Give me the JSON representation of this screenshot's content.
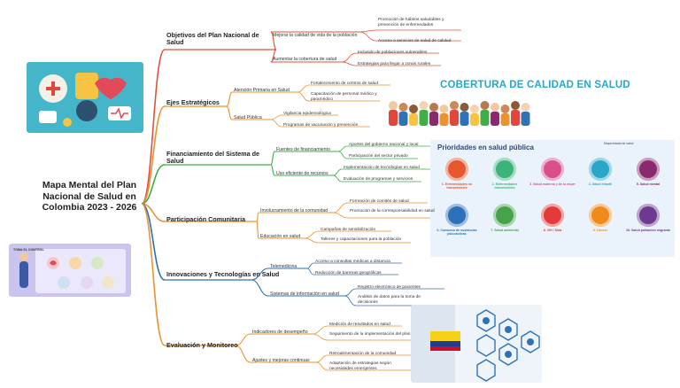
{
  "root": {
    "title": "Mapa Mental del Plan Nacional de Salud en Colombia 2023 - 2026"
  },
  "branches": [
    {
      "label": "Objetivos del Plan Nacional de Salud",
      "color": "#e0503a",
      "subs": [
        {
          "label": "Mejorar la calidad de vida de la población",
          "leaves": [
            "Promoción de hábitos saludables y prevención de enfermedades",
            "Acceso a servicios de salud de calidad"
          ]
        },
        {
          "label": "Aumentar la cobertura de salud",
          "leaves": [
            "Inclusión de poblaciones vulnerables",
            "Estrategias para llegar a zonas rurales"
          ]
        }
      ]
    },
    {
      "label": "Ejes Estratégicos",
      "color": "#e8932f",
      "subs": [
        {
          "label": "Atención Primaria en Salud",
          "leaves": [
            "Fortalecimiento de centros de salud",
            "Capacitación de personal médico y paramédico"
          ]
        },
        {
          "label": "Salud Pública",
          "leaves": [
            "Vigilancia epidemiológica",
            "Programas de vacunación y prevención"
          ]
        }
      ]
    },
    {
      "label": "Financiamiento del Sistema de Salud",
      "color": "#3fae49",
      "subs": [
        {
          "label": "Fuentes de financiamiento",
          "leaves": [
            "Aportes del gobierno nacional y local",
            "Participación del sector privado"
          ]
        },
        {
          "label": "Uso eficiente de recursos",
          "leaves": [
            "Implementación de tecnologías en salud",
            "Evaluación de programas y servicios"
          ]
        }
      ]
    },
    {
      "label": "Participación Comunitaria",
      "color": "#e8932f",
      "subs": [
        {
          "label": "Involucramiento de la comunidad",
          "leaves": [
            "Formación de comités de salud",
            "Promoción de la corresponsabilidad en salud"
          ]
        },
        {
          "label": "Educación en salud",
          "leaves": [
            "Campañas de sensibilización",
            "Talleres y capacitaciones para la población"
          ]
        }
      ]
    },
    {
      "label": "Innovaciones y Tecnologías en Salud",
      "color": "#2f6fb5",
      "subs": [
        {
          "label": "Telemedicina",
          "leaves": [
            "Acceso a consultas médicas a distancia",
            "Reducción de barreras geográficas"
          ]
        },
        {
          "label": "Sistemas de información en salud",
          "leaves": [
            "Registro electrónico de pacientes",
            "Análisis de datos para la toma de decisiones"
          ]
        }
      ]
    },
    {
      "label": "Evaluación y Monitoreo",
      "color": "#e8932f",
      "subs": [
        {
          "label": "Indicadores de desempeño",
          "leaves": [
            "Medición de resultados en salud",
            "Seguimiento de la implementación del plan"
          ]
        },
        {
          "label": "Ajustes y mejoras continuas",
          "leaves": [
            "Retroalimentación de la comunidad",
            "Adaptación de estrategias según necesidades emergentes"
          ]
        }
      ]
    }
  ],
  "images": {
    "banner_title": "COBERTURA DE CALIDAD EN SALUD",
    "priorities": {
      "title": "Prioridades en salud pública",
      "corner": "Mapa estado de salud",
      "items": [
        {
          "label": "1. Enfermedades no transmisibles",
          "color": "#e5572f"
        },
        {
          "label": "2. Enfermedades transmisibles",
          "color": "#3bb37a"
        },
        {
          "label": "3. Salud materna y de la mujer",
          "color": "#d94f8c"
        },
        {
          "label": "4. Salud infantil",
          "color": "#2aa6c9"
        },
        {
          "label": "5. Salud mental",
          "color": "#8a2a6e"
        },
        {
          "label": "6. Consumo de sustancias psicoactivas",
          "color": "#2d6fb8"
        },
        {
          "label": "7. Salud ambiental",
          "color": "#46a34a"
        },
        {
          "label": "8. VIH / Sida",
          "color": "#e23b3b"
        },
        {
          "label": "9. Cáncer",
          "color": "#f08a1c"
        },
        {
          "label": "10. Salud población migrante",
          "color": "#6c3a8f"
        }
      ]
    },
    "dashboard_title": "TOMA EL CONTROL"
  }
}
